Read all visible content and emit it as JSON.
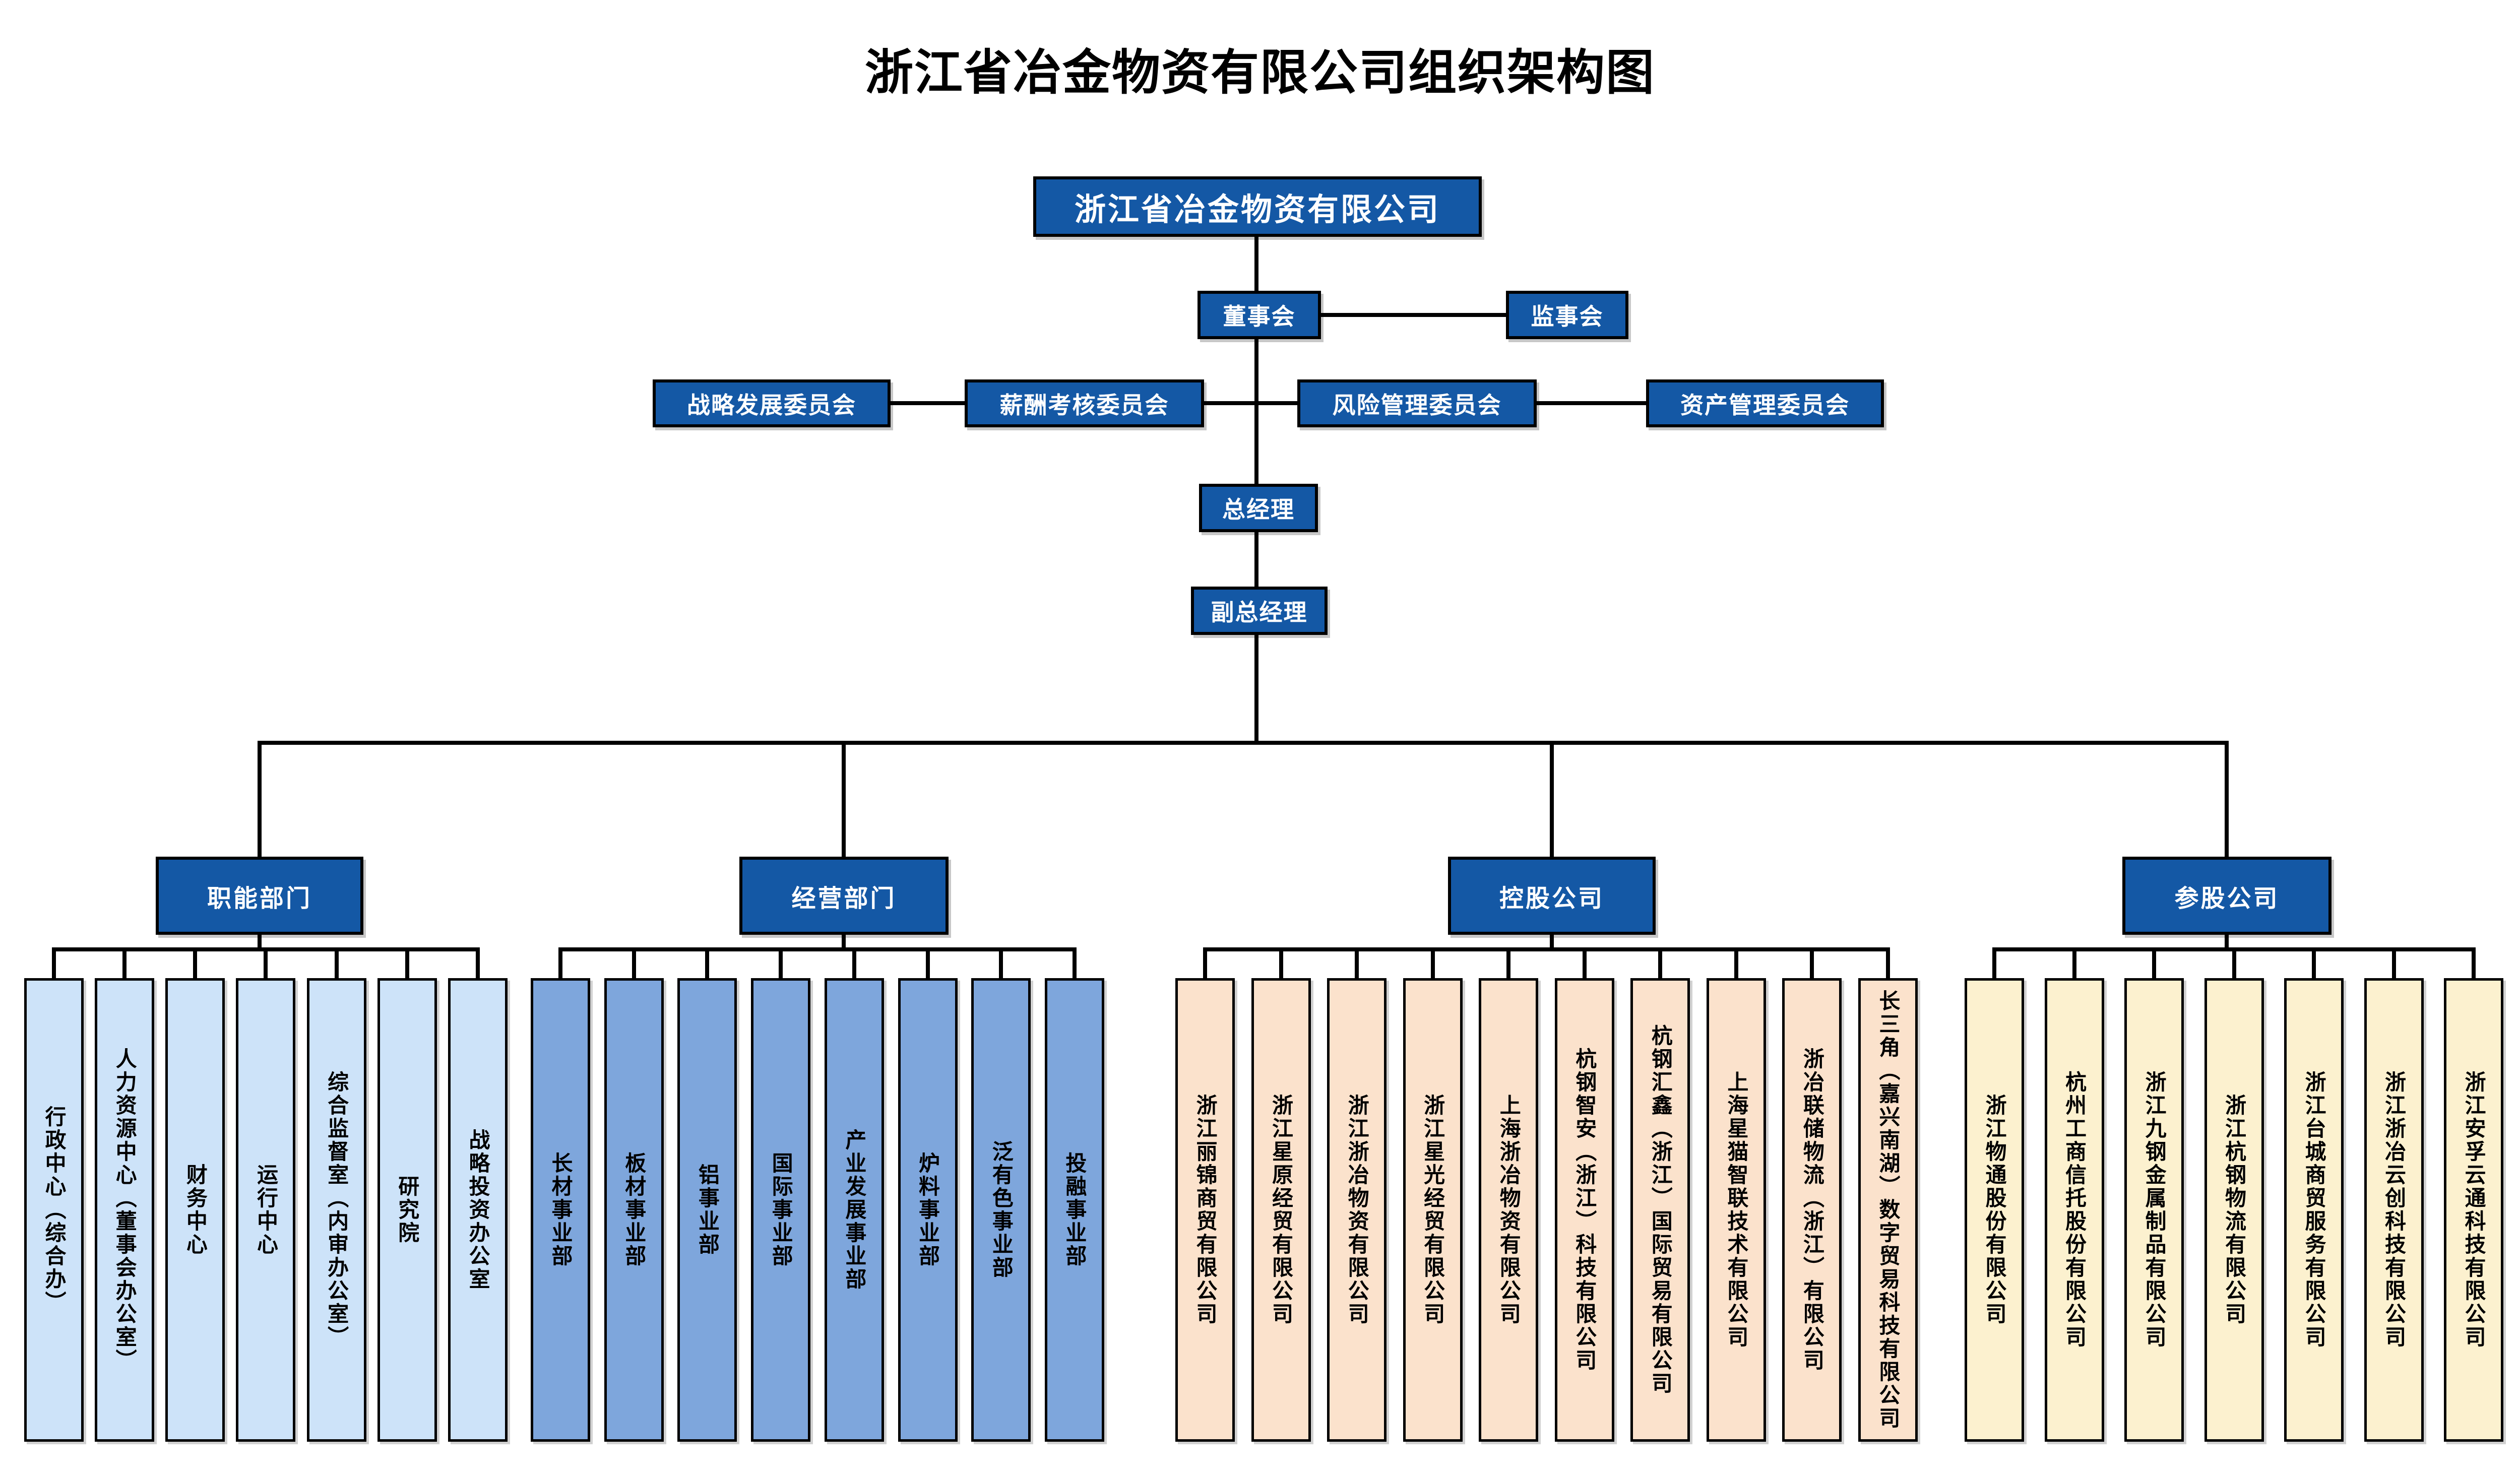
{
  "title": "浙江省冶金物资有限公司组织架构图",
  "root": {
    "label": "浙江省冶金物资有限公司"
  },
  "board": {
    "label": "董事会"
  },
  "supervisory": {
    "label": "监事会"
  },
  "committees": [
    "战略发展委员会",
    "薪酬考核委员会",
    "风险管理委员会",
    "资产管理委员会"
  ],
  "gm": {
    "label": "总经理"
  },
  "dgm": {
    "label": "副总经理"
  },
  "groups": [
    {
      "label": "职能部门",
      "color": "#CDE3F9",
      "children": [
        "行政中心（综合办）",
        "人力资源中心（董事会办公室）",
        "财务中心",
        "运行中心",
        "综合监督室（内审办公室）",
        "研究院",
        "战略投资办公室"
      ]
    },
    {
      "label": "经营部门",
      "color": "#7EA6DC",
      "children": [
        "长材事业部",
        "板材事业部",
        "铝事业部",
        "国际事业部",
        "产业发展事业部",
        "炉料事业部",
        "泛有色事业部",
        "投融事业部"
      ]
    },
    {
      "label": "控股公司",
      "color": "#FBE2CC",
      "children": [
        "浙江丽锦商贸有限公司",
        "浙江星原经贸有限公司",
        "浙江浙冶物资有限公司",
        "浙江星光经贸有限公司",
        "上海浙冶物资有限公司",
        "杭钢智安（浙江）科技有限公司",
        "杭钢汇鑫（浙江）国际贸易有限公司",
        "上海星猫智联技术有限公司",
        "浙冶联储物流（浙江）有限公司",
        "长三角（嘉兴南湖）数字贸易科技有限公司"
      ]
    },
    {
      "label": "参股公司",
      "color": "#FCF1CF",
      "children": [
        "浙江物通股份有限公司",
        "杭州工商信托股份有限公司",
        "浙江九钢金属制品有限公司",
        "浙江杭钢物流有限公司",
        "浙江台城商贸服务有限公司",
        "浙江浙冶云创科技有限公司",
        "浙江安孚云通科技有限公司"
      ]
    }
  ],
  "colors": {
    "node_blue": "#1458A5",
    "line_black": "#000000",
    "text_on_blue": "#FFFFFF"
  }
}
